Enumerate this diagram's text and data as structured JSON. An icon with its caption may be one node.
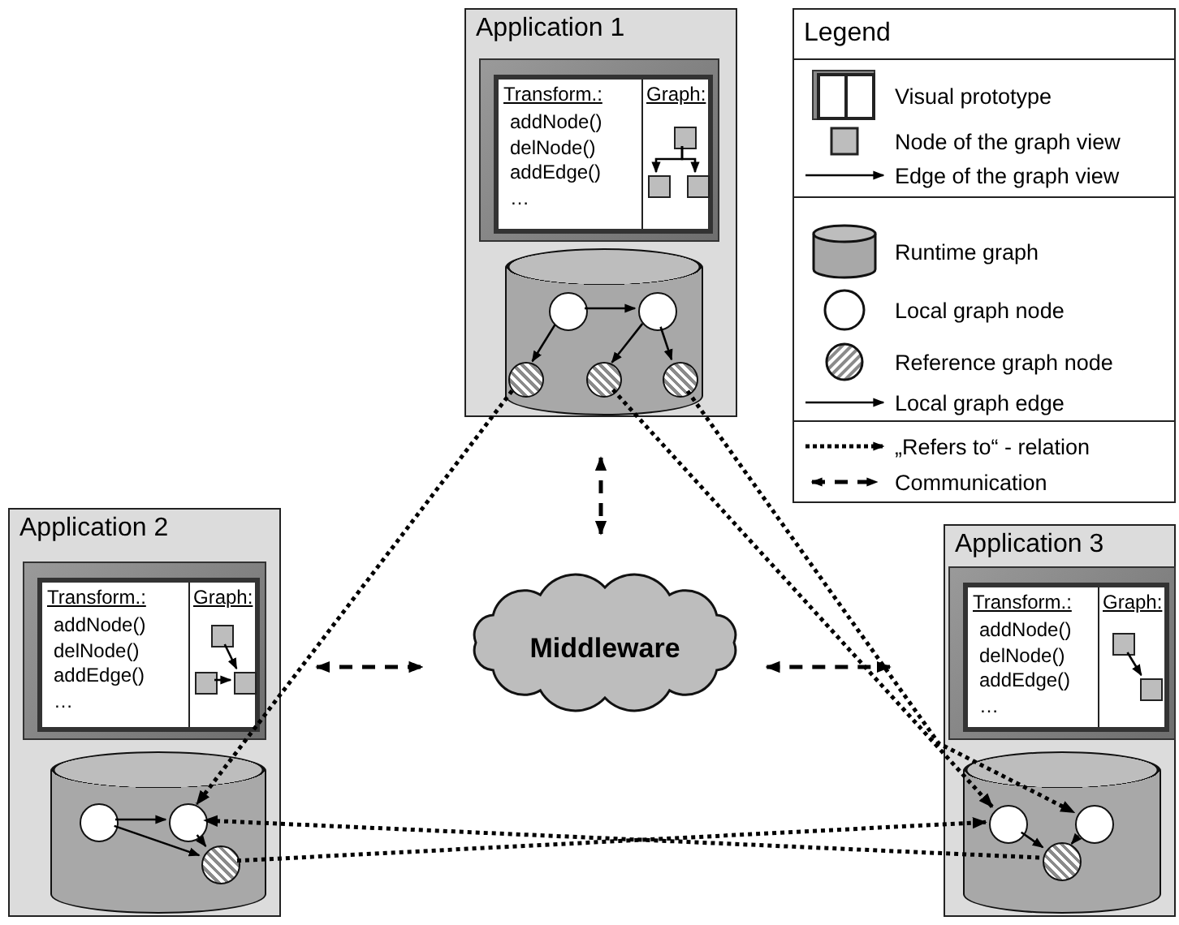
{
  "diagram": {
    "nodes": [
      {
        "text": [
          "Application 1"
        ]
      },
      {
        "text": [
          "Transform.:",
          "addNode() delNode() addEdge() …",
          "Graph:"
        ],
        "in": 0
      },
      {
        "text": [],
        "shape": "box",
        "in": 1
      },
      {
        "text": [],
        "shape": "box",
        "in": 1
      },
      {
        "text": [],
        "shape": "box",
        "in": 1
      },
      {
        "text": [],
        "shape": "cylinder",
        "in": 0
      },
      {
        "text": [],
        "shape": "circle",
        "in": 5
      },
      {
        "text": [],
        "shape": "circle",
        "in": 5
      },
      {
        "text": [],
        "shape": "circle",
        "in": 5
      },
      {
        "text": [],
        "shape": "circle",
        "in": 5
      },
      {
        "text": [],
        "shape": "circle",
        "in": 5
      },
      {
        "text": [
          "Application 2"
        ]
      },
      {
        "text": [
          "Transform.:",
          "addNode() delNode() addEdge() …",
          "Graph:"
        ],
        "in": 11
      },
      {
        "text": [],
        "shape": "box",
        "in": 12
      },
      {
        "text": [],
        "shape": "box",
        "in": 12
      },
      {
        "text": [],
        "shape": "box",
        "in": 12
      },
      {
        "text": [],
        "shape": "cylinder",
        "in": 11
      },
      {
        "text": [],
        "shape": "circle",
        "in": 16
      },
      {
        "text": [],
        "shape": "circle",
        "in": 16
      },
      {
        "text": [],
        "shape": "circle",
        "in": 16
      },
      {
        "text": [
          "Middleware"
        ]
      },
      {
        "text": [
          "Application 3"
        ]
      },
      {
        "text": [
          "Transform.:",
          "addNode() delNode() addEdge() …",
          "Graph:"
        ],
        "in": 21
      },
      {
        "text": [],
        "shape": "box",
        "in": 22
      },
      {
        "text": [],
        "shape": "box",
        "in": 22
      },
      {
        "text": [],
        "shape": "cylinder",
        "in": 21
      },
      {
        "text": [],
        "shape": "circle",
        "in": 25
      },
      {
        "text": [],
        "shape": "circle",
        "in": 25
      },
      {
        "text": [],
        "shape": "circle",
        "in": 25
      }
    ],
    "edges": [
      {
        "from": 2,
        "to": 3,
        "arrow": "to"
      },
      {
        "from": 2,
        "to": 4,
        "arrow": "to"
      },
      {
        "from": 6,
        "to": 7,
        "arrow": "to"
      },
      {
        "from": 6,
        "to": 8,
        "arrow": "to"
      },
      {
        "from": 7,
        "to": 9,
        "arrow": "to"
      },
      {
        "from": 7,
        "to": 10,
        "arrow": "to"
      },
      {
        "from": 13,
        "to": 15,
        "arrow": "to"
      },
      {
        "from": 14,
        "to": 15,
        "arrow": "to"
      },
      {
        "from": 17,
        "to": 18,
        "arrow": "to"
      },
      {
        "from": 17,
        "to": 19,
        "arrow": "to"
      },
      {
        "from": 18,
        "to": 19,
        "arrow": "to"
      },
      {
        "from": 23,
        "to": 24,
        "arrow": "to"
      },
      {
        "from": 26,
        "to": 28,
        "arrow": "to"
      },
      {
        "from": 27,
        "to": 28,
        "arrow": "to"
      },
      {
        "from": 8,
        "to": 18,
        "arrow": "to",
        "style": "dashed"
      },
      {
        "from": 9,
        "to": 26,
        "arrow": "to",
        "style": "dashed"
      },
      {
        "from": 10,
        "to": 27,
        "arrow": "to",
        "style": "dashed"
      },
      {
        "from": 19,
        "to": 26,
        "arrow": "to",
        "style": "dashed"
      },
      {
        "from": 28,
        "to": 18,
        "arrow": "to",
        "style": "dashed"
      },
      {
        "from": 0,
        "to": 20,
        "arrow": "both",
        "style": "dashed"
      },
      {
        "from": 11,
        "to": 20,
        "arrow": "both",
        "style": "dashed"
      },
      {
        "from": 20,
        "to": 21,
        "arrow": "both",
        "style": "dashed"
      }
    ],
    "labels": [
      "Legend"
    ],
    "legend": [
      {
        "text": "Visual prototype"
      },
      {
        "text": "Node of the graph view"
      },
      {
        "text": "Edge of the graph view"
      },
      {
        "text": "Runtime graph"
      },
      {
        "text": "Local graph node"
      },
      {
        "text": "Reference graph node"
      },
      {
        "text": "Local graph edge"
      },
      {
        "text": "„Refers to“ - relation"
      },
      {
        "text": "Communication"
      }
    ]
  }
}
